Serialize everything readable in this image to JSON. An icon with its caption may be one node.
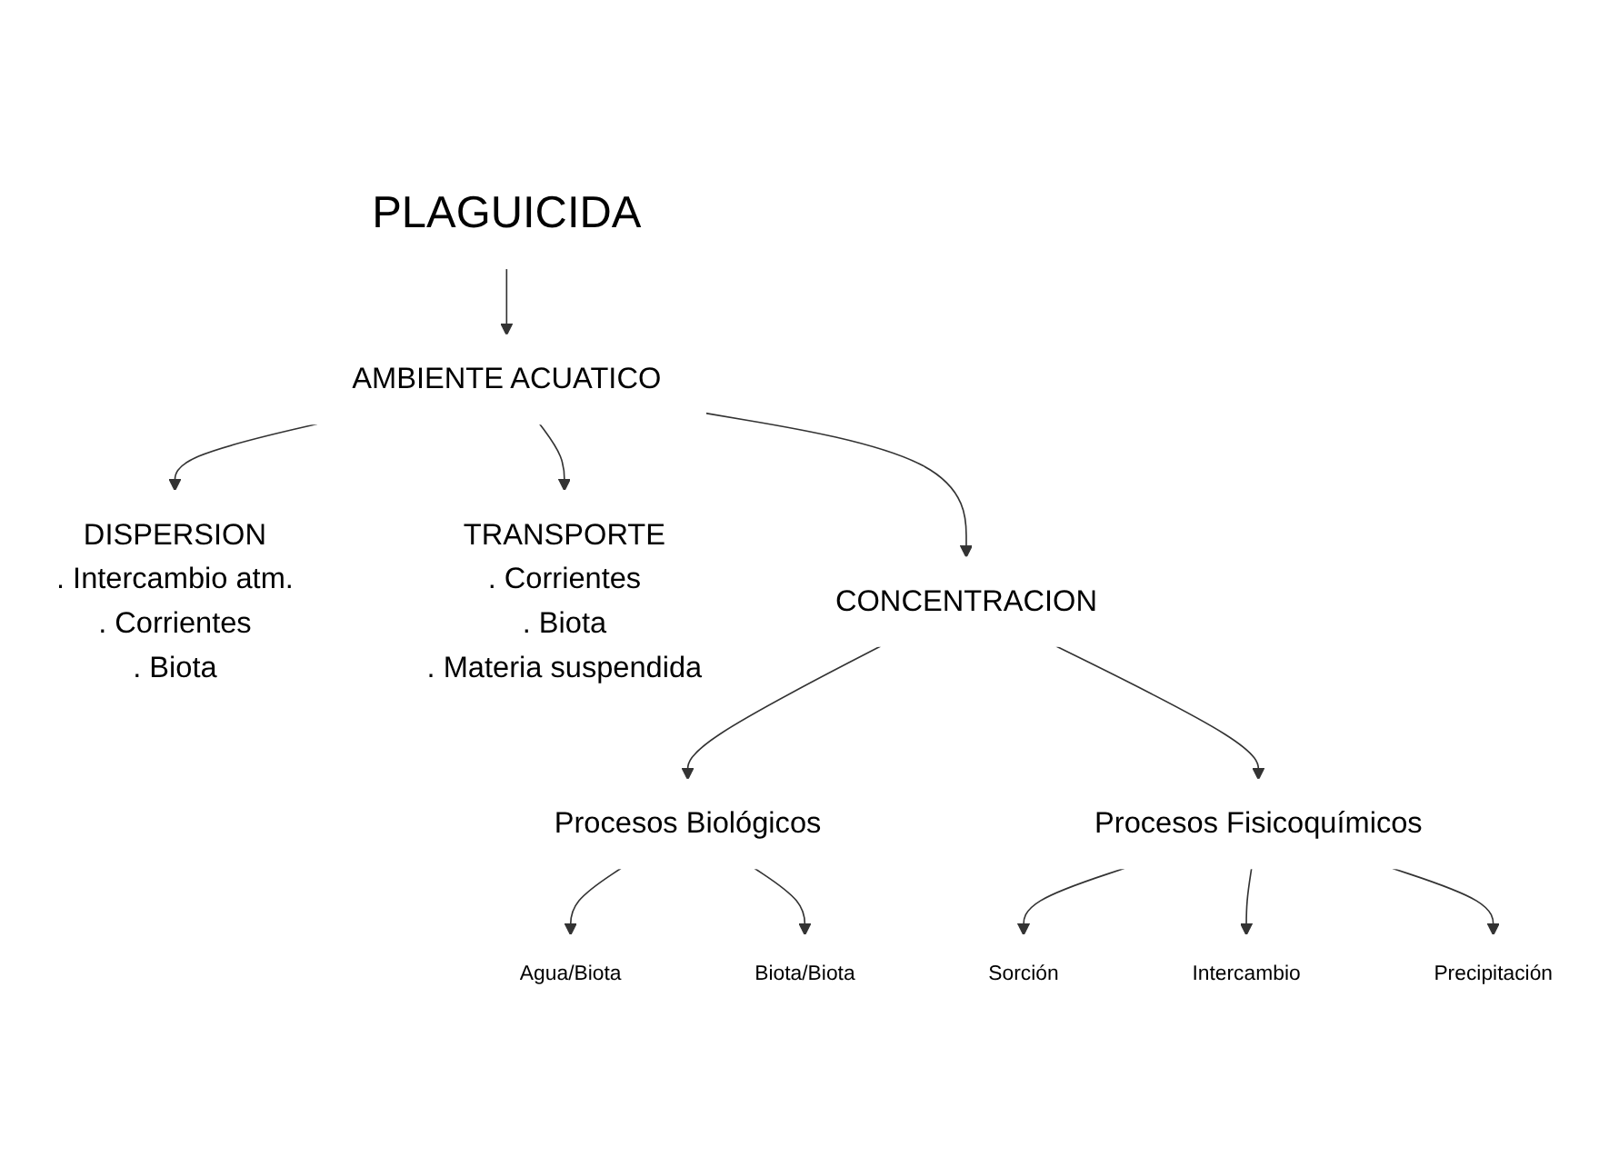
{
  "diagram": {
    "nodes": [
      {
        "text": [
          "PLAGUICIDA"
        ]
      },
      {
        "text": [
          "AMBIENTE ACUATICO"
        ]
      },
      {
        "text": [
          "DISPERSION",
          ". Intercambio atm.",
          ". Corrientes",
          ". Biota"
        ]
      },
      {
        "text": [
          "TRANSPORTE",
          ". Corrientes",
          ". Biota",
          ". Materia suspendida"
        ]
      },
      {
        "text": [
          "CONCENTRACION"
        ]
      },
      {
        "text": [
          "Procesos Biológicos"
        ]
      },
      {
        "text": [
          "Procesos Fisicoquímicos"
        ]
      },
      {
        "text": [
          "Agua/Biota"
        ]
      },
      {
        "text": [
          "Biota/Biota"
        ]
      },
      {
        "text": [
          "Sorción"
        ]
      },
      {
        "text": [
          "Intercambio"
        ]
      },
      {
        "text": [
          "Precipitación"
        ]
      }
    ],
    "edges": [
      {
        "from": 0,
        "to": 1,
        "arrow": "to"
      },
      {
        "from": 1,
        "to": 2,
        "arrow": "to"
      },
      {
        "from": 1,
        "to": 4,
        "arrow": "to"
      },
      {
        "from": 1,
        "to": 3,
        "arrow": "to"
      },
      {
        "from": 4,
        "to": 5,
        "arrow": "to"
      },
      {
        "from": 4,
        "to": 6,
        "arrow": "to"
      },
      {
        "from": 5,
        "to": 7,
        "arrow": "to"
      },
      {
        "from": 5,
        "to": 8,
        "arrow": "to"
      },
      {
        "from": 6,
        "to": 9,
        "arrow": "to"
      },
      {
        "from": 6,
        "to": 10,
        "arrow": "to"
      },
      {
        "from": 6,
        "to": 11,
        "arrow": "to"
      }
    ]
  }
}
